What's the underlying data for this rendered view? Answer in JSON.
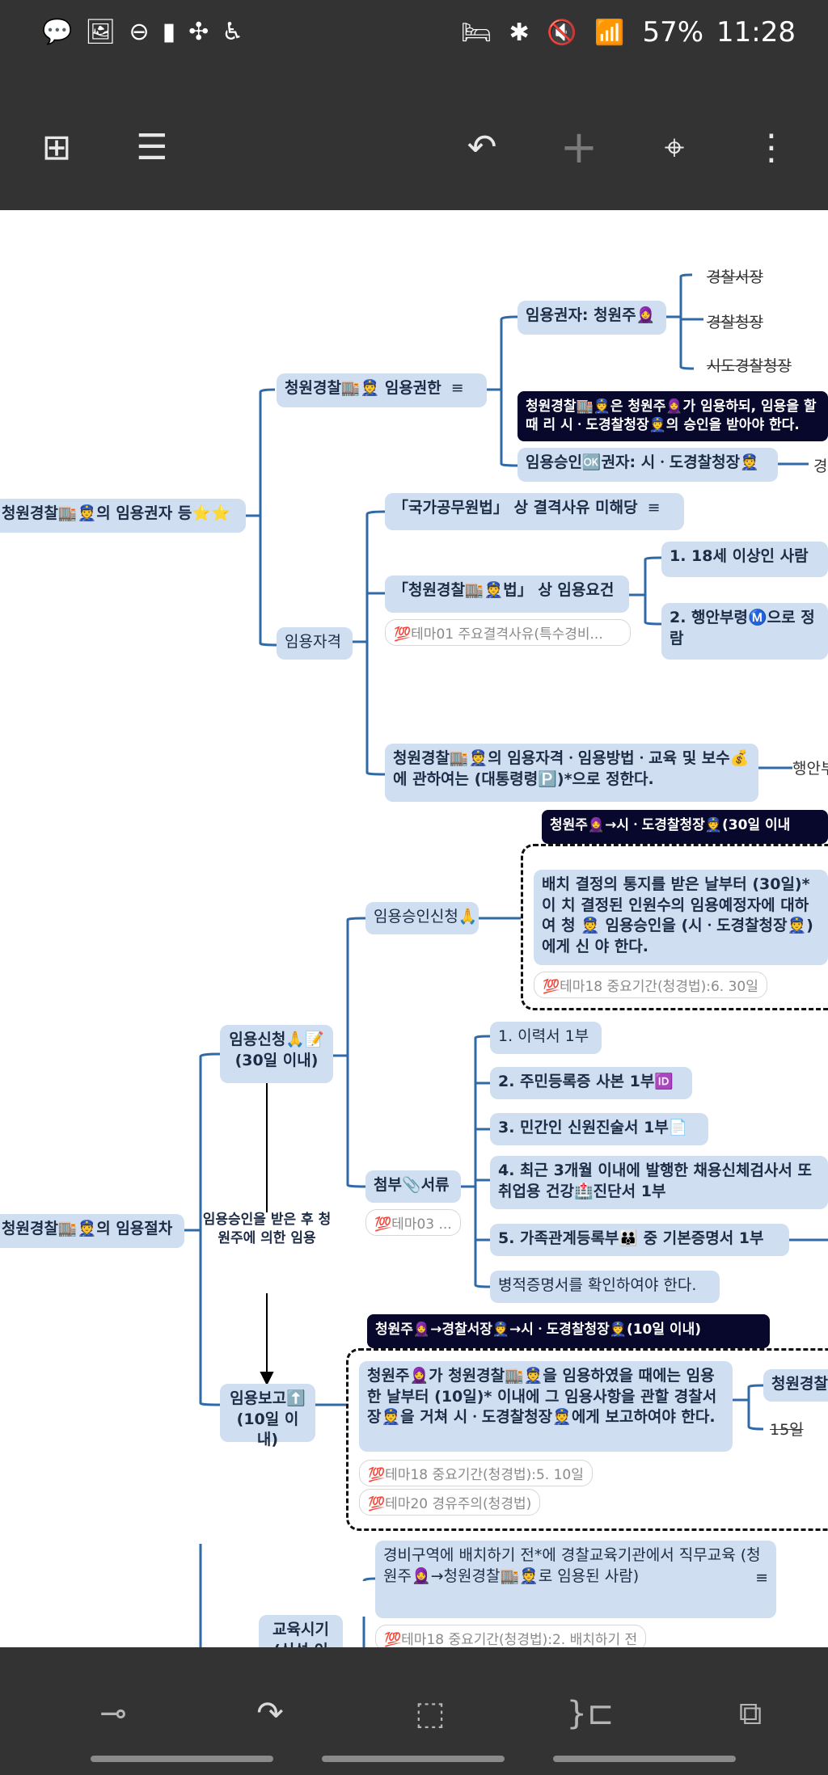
{
  "statusbar": {
    "left_icons": [
      "talk-icon",
      "gallery-icon",
      "dnd-icon",
      "sim-icon",
      "network-icon",
      "accessibility-icon"
    ],
    "left_glyphs": [
      "💬",
      "🖼",
      "⊖",
      "▮",
      "✣",
      "♿"
    ],
    "right_glyphs": "🛏 ✱ 🔇 📶",
    "battery": "57%",
    "time": "11:28"
  },
  "toolbar": {
    "grid_glyph": "⊞",
    "list_glyph": "☰",
    "undo_glyph": "↶",
    "add_glyph": "+",
    "format_glyph": "⌖",
    "more_glyph": "⋮"
  },
  "mindmap": {
    "section1": {
      "root": "청원경찰🏬👮의 임용권자 등⭐⭐",
      "authority": "청원경찰🏬👮 임용권한",
      "appointer": "임용권자: 청원주🧕",
      "appointer_leaves": [
        "경찰서장",
        "경찰청장",
        "시도경찰청장"
      ],
      "callout": "청원경찰🏬👮은 청원주🧕가 임용하되, 임용을 할 때 리 시ㆍ도경찰청장👮의 승인을 받아야 한다.",
      "approver": "임용승인🆗권자: 시ㆍ도경찰청장👮",
      "approver_leaf": "경",
      "qualification": "임용자격",
      "q1": "「국가공무원법」 상 결격사유 미해당",
      "q2": "「청원경찰🏬👮법」 상 임용요건",
      "q2_ref": "💯테마01 주요결격사유(특수경비...",
      "q2_c1": "1. 18세 이상인 사람",
      "q2_c2": "2. 행안부령Ⓜ️으로 정 람",
      "q3": "청원경찰🏬👮의 임용자격ㆍ임용방법ㆍ교육 및 보수💰에 관하여는 (대통령령🅿️)*으로 정한다.",
      "q3_leaf": "행안부"
    },
    "section2": {
      "root": "청원경찰🏬👮의 임용절차",
      "apply": "임용신청🙏📝 (30일 이내)",
      "edge_label": "임용승인을 받은 후 청원주에 의한 임용",
      "approval_req": "임용승인신청🙏",
      "callout_a": "청원주🧕→시ㆍ도경찰청장👮(30일 이내",
      "box_a": "배치 결정의 통지를 받은 날부터 (30일)* 이 치 결정된 인원수의 임용예정자에 대하여 청 👮 임용승인을 (시ㆍ도경찰청장👮)에게 신 야 한다.",
      "box_a_ref": "💯테마18 중요기간(청경법):6. 30일",
      "attachments": "첨부📎서류",
      "attach_ref": "💯테마03 ...",
      "docs": [
        "1. 이력서 1부",
        "2. 주민등록증 사본 1부🆔",
        "3. 민간인 신원진술서 1부📄",
        "4. 최근 3개월 이내에 발행한 채용신체검사서 또 취업용 건강🏥진단서 1부",
        "5. 가족관계등록부👪 중 기본증명서 1부",
        "병적증명서를 확인하여야 한다."
      ],
      "report": "임용보고⬆️ (10일 이내)",
      "callout_b": "청원주🧕→경찰서장👮→시ㆍ도경찰청장👮(10일 이내)",
      "box_b": "청원주🧕가 청원경찰🏬👮을 임용하였을 때에는 임용한 날부터 (10일)* 이내에 그 임용사항을 관할 경찰서장👮을 거쳐 시ㆍ도경찰청장👮에게 보고하여야 한다.",
      "box_b_refs": [
        "💯테마18 중요기간(청경법):5. 10일",
        "💯테마20 경유주의(청경법)"
      ],
      "report_leaf1": "청원경찰",
      "report_leaf2": "15일",
      "edu_time": "교육시기 (신성 이내)",
      "edu_text": "경비구역에 배치하기 전*에 경찰교육기관에서 직무교육 (청원주🧕→청원경찰🏬👮로 임용된 사람)",
      "edu_ref": "💯테마18 중요기간(청경법):2. 배치하기 전"
    }
  },
  "bottombar": {
    "glyphs": [
      "⊸",
      "↷",
      "⬚",
      "}⊏",
      "⧉"
    ]
  },
  "colors": {
    "bars": "#333333",
    "node": "#cfdff1",
    "line": "#2f6aa6",
    "callout": "#08082c"
  }
}
